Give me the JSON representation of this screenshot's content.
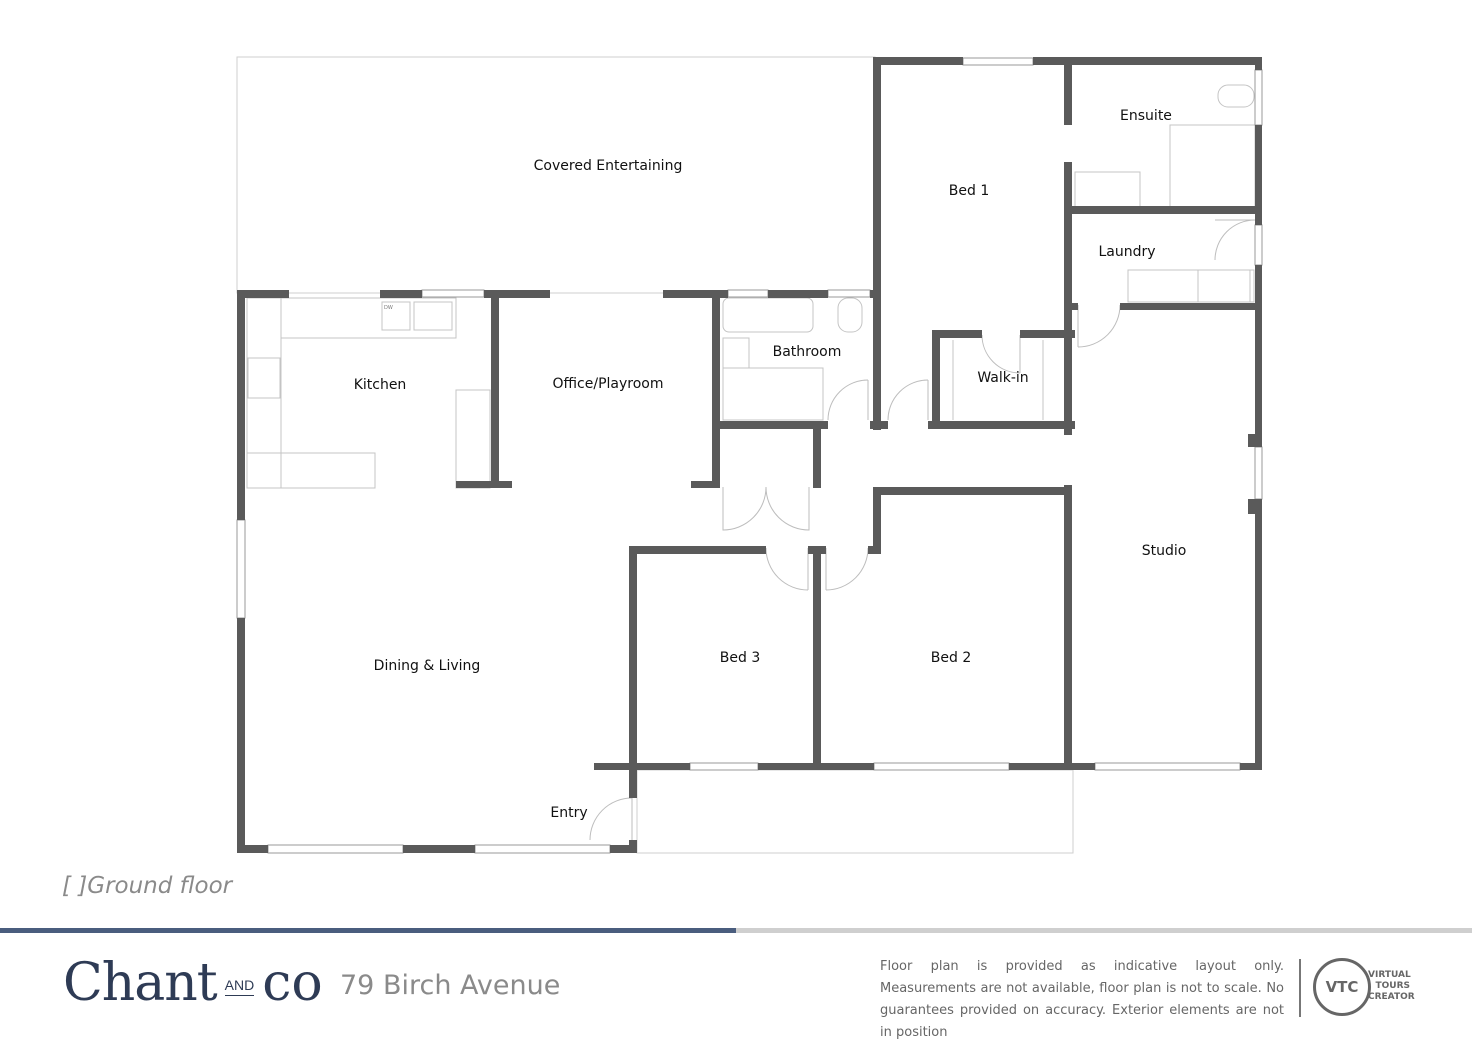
{
  "rooms": {
    "covered_entertaining": "Covered Entertaining",
    "ensuite": "Ensuite",
    "bed1": "Bed 1",
    "laundry": "Laundry",
    "kitchen": "Kitchen",
    "office": "Office/Playroom",
    "bathroom": "Bathroom",
    "walkin": "Walk-in",
    "studio": "Studio",
    "dining_living": "Dining & Living",
    "bed3": "Bed 3",
    "bed2": "Bed 2",
    "entry": "Entry"
  },
  "appliance_label": "DW",
  "floor_label": "[ ]Ground floor",
  "brand": {
    "chant": "Chant",
    "and": "AND",
    "co": "co"
  },
  "address": "79 Birch Avenue",
  "disclaimer": "Floor plan is provided as indicative layout only. Measurements are not available, floor plan is not to scale. No guarantees provided on accuracy. Exterior elements are not in position",
  "vtc": {
    "logo": "VTC",
    "line1": "VIRTUAL",
    "line2": "TOURS",
    "line3": "CREATOR"
  },
  "colors": {
    "wall": "#5a5a5a",
    "brand": "#2e3b55",
    "accent_bar": "#4a5d7e"
  }
}
